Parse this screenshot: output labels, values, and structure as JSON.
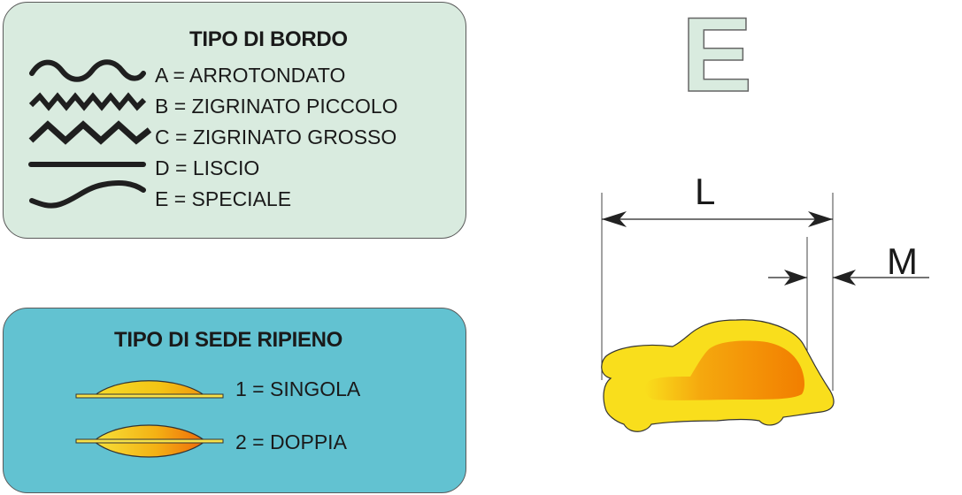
{
  "tipo_bordo": {
    "title": "TIPO DI BORDO",
    "items": [
      {
        "code": "A",
        "label": "A = ARROTONDATO",
        "icon": "rounded-wave-icon"
      },
      {
        "code": "B",
        "label": "B = ZIGRINATO PICCOLO",
        "icon": "small-zigzag-icon"
      },
      {
        "code": "C",
        "label": "C = ZIGRINATO GROSSO",
        "icon": "large-zigzag-icon"
      },
      {
        "code": "D",
        "label": "D = LISCIO",
        "icon": "straight-line-icon"
      },
      {
        "code": "E",
        "label": "E = SPECIALE",
        "icon": "special-curve-icon"
      }
    ]
  },
  "tipo_sede": {
    "title": "TIPO DI SEDE RIPIENO",
    "items": [
      {
        "code": "1",
        "label": "1 = SINGOLA",
        "icon": "single-seat-icon"
      },
      {
        "code": "2",
        "label": "2 = DOPPIA",
        "icon": "double-seat-icon"
      }
    ]
  },
  "selected_edge_letter": "E",
  "dimensions": {
    "length_label": "L",
    "margin_label": "M"
  },
  "colors": {
    "bordo_panel_bg": "#d9ebdf",
    "sede_panel_bg": "#62c2d1",
    "shape_fill_outer": "#f9de1c",
    "shape_fill_inner": "#f27e00"
  }
}
